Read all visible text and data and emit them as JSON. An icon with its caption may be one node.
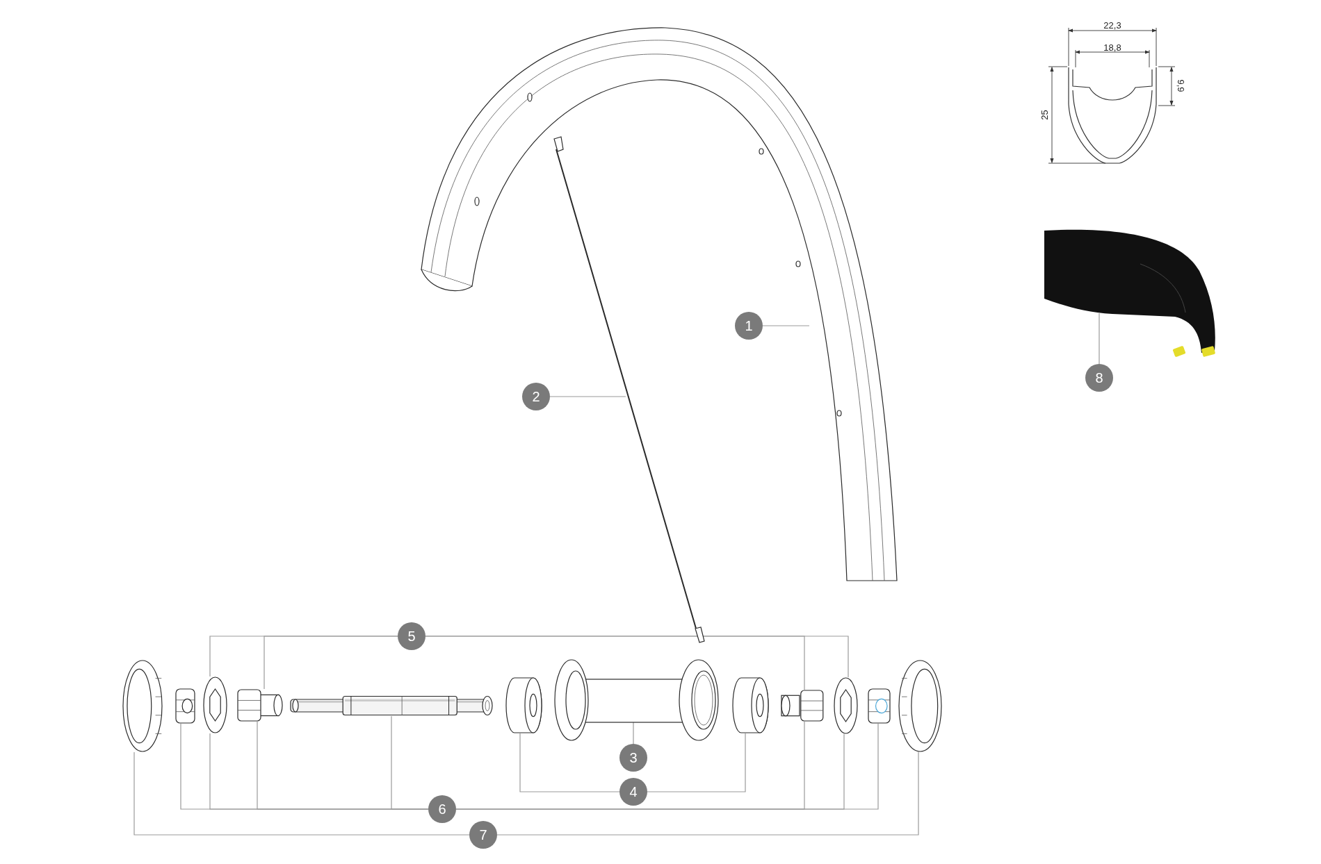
{
  "diagram": {
    "nodes": [
      {
        "text": [],
        "shape": "picture"
      },
      {
        "text": [
          "1"
        ]
      },
      {
        "text": [],
        "shape": "picture"
      },
      {
        "text": [
          "2"
        ]
      },
      {
        "text": [],
        "shape": "picture"
      },
      {
        "text": [
          "8"
        ]
      },
      {
        "text": [
          "5"
        ]
      },
      {
        "text": [],
        "shape": "picture"
      },
      {
        "text": [],
        "shape": "picture"
      },
      {
        "text": [],
        "shape": "picture"
      },
      {
        "text": [],
        "shape": "picture"
      },
      {
        "text": [],
        "shape": "picture"
      },
      {
        "text": [],
        "shape": "picture"
      },
      {
        "text": [],
        "shape": "picture"
      },
      {
        "text": [],
        "shape": "picture"
      },
      {
        "text": [],
        "shape": "picture"
      },
      {
        "text": [],
        "shape": "picture"
      },
      {
        "text": [],
        "shape": "picture"
      },
      {
        "text": [],
        "shape": "picture"
      },
      {
        "text": [
          "3"
        ]
      },
      {
        "text": [
          "4"
        ]
      },
      {
        "text": [
          "6"
        ]
      },
      {
        "text": [
          "7"
        ]
      }
    ],
    "edges": [
      {
        "from": 1,
        "to": 0,
        "arrow": "none"
      },
      {
        "from": 3,
        "to": 2,
        "arrow": "none"
      },
      {
        "from": 5,
        "to": 4,
        "arrow": "none"
      },
      {
        "from": 6,
        "to": 9,
        "arrow": "none"
      },
      {
        "from": 6,
        "to": 10,
        "arrow": "none"
      },
      {
        "from": 6,
        "to": 15,
        "arrow": "none"
      },
      {
        "from": 6,
        "to": 16,
        "arrow": "none"
      },
      {
        "from": 19,
        "to": 13,
        "arrow": "none"
      },
      {
        "from": 20,
        "to": 12,
        "arrow": "none"
      },
      {
        "from": 20,
        "to": 14,
        "arrow": "none"
      },
      {
        "from": 21,
        "to": 8,
        "arrow": "none"
      },
      {
        "from": 21,
        "to": 9,
        "arrow": "none"
      },
      {
        "from": 21,
        "to": 10,
        "arrow": "none"
      },
      {
        "from": 21,
        "to": 11,
        "arrow": "none"
      },
      {
        "from": 21,
        "to": 15,
        "arrow": "none"
      },
      {
        "from": 21,
        "to": 16,
        "arrow": "none"
      },
      {
        "from": 21,
        "to": 17,
        "arrow": "none"
      },
      {
        "from": 22,
        "to": 7,
        "arrow": "none"
      },
      {
        "from": 22,
        "to": 18,
        "arrow": "none"
      }
    ],
    "labels": [
      "22,3",
      "18,8",
      "9,9",
      "25"
    ]
  }
}
